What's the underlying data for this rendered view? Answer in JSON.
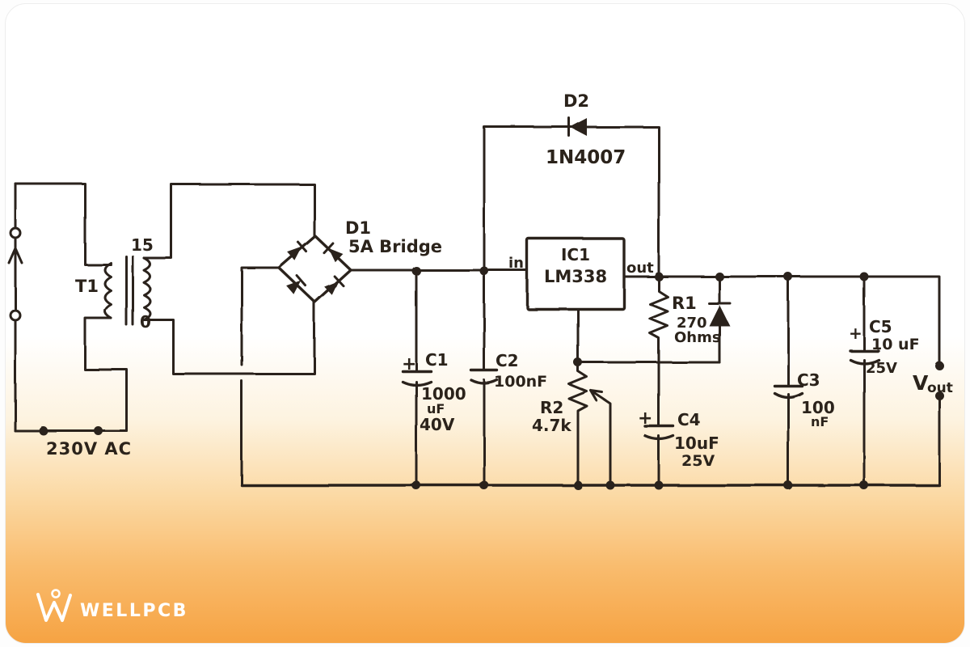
{
  "colors": {
    "ink": "#2b231b",
    "accent_orange": "#f6a343",
    "card_background_top": "#ffffff",
    "logo_white": "#ffffff"
  },
  "brand": {
    "logo_text": "WELLPCB",
    "logo_mark": "wellpcb-w-icon"
  },
  "circuit": {
    "ac_input": {
      "label": "230V AC"
    },
    "transformer": {
      "ref": "T1",
      "secondary_top": "15",
      "secondary_bottom": "0"
    },
    "bridge": {
      "ref": "D1",
      "desc": "5A Bridge"
    },
    "c1": {
      "ref": "C1",
      "plus": "+",
      "lines": [
        "1000",
        "uF",
        "40V"
      ]
    },
    "c2": {
      "ref": "C2",
      "value": "100nF"
    },
    "d2": {
      "ref": "D2",
      "part": "1N4007"
    },
    "ic1": {
      "ref": "IC1",
      "part": "LM338",
      "pin_in": "in",
      "pin_out": "out"
    },
    "r1": {
      "ref": "R1",
      "lines": [
        "270",
        "Ohms"
      ]
    },
    "r2": {
      "ref": "R2",
      "value": "4.7k"
    },
    "c4": {
      "ref": "C4",
      "plus": "+",
      "lines": [
        "10uF",
        "25V"
      ]
    },
    "c3": {
      "ref": "C3",
      "lines": [
        "100",
        "nF"
      ]
    },
    "c5": {
      "ref": "C5",
      "plus": "+",
      "lines": [
        "10 uF",
        "25V"
      ]
    },
    "vout": {
      "v": "V",
      "out_sub": "out"
    }
  }
}
